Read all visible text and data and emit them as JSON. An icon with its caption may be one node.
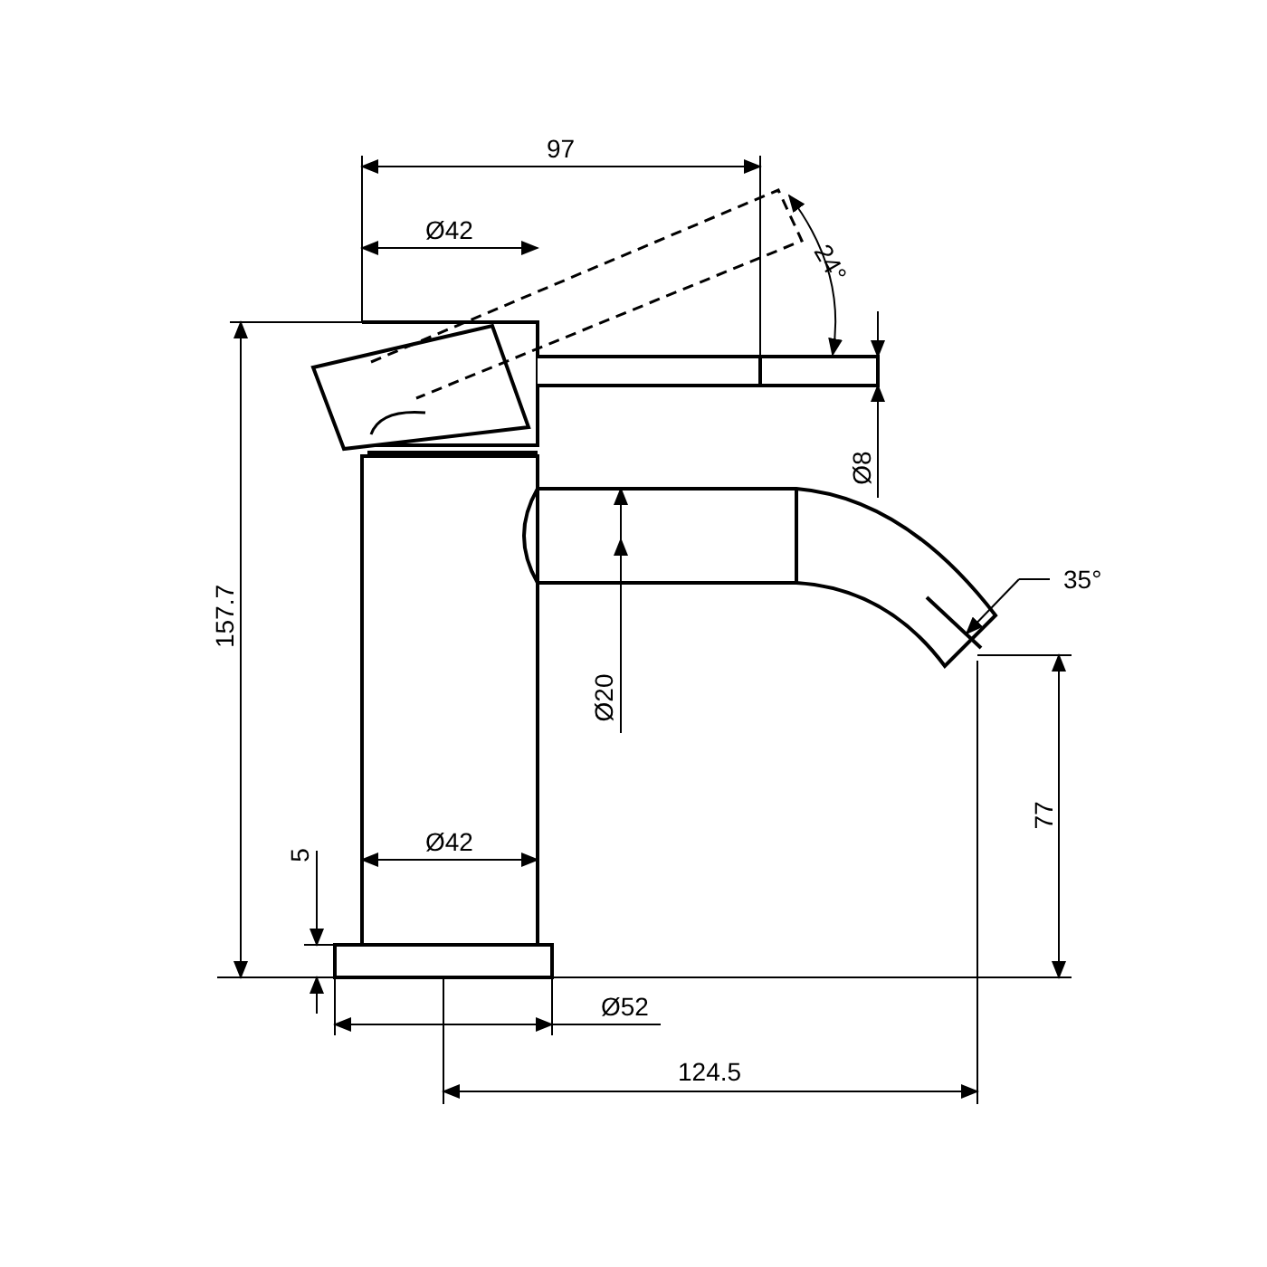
{
  "diagram": {
    "labels": [
      "97",
      "Ø42",
      "24°",
      "Ø8",
      "35°",
      "Ø20",
      "157.7",
      "77",
      "5",
      "Ø42",
      "Ø52",
      "124.5"
    ]
  }
}
